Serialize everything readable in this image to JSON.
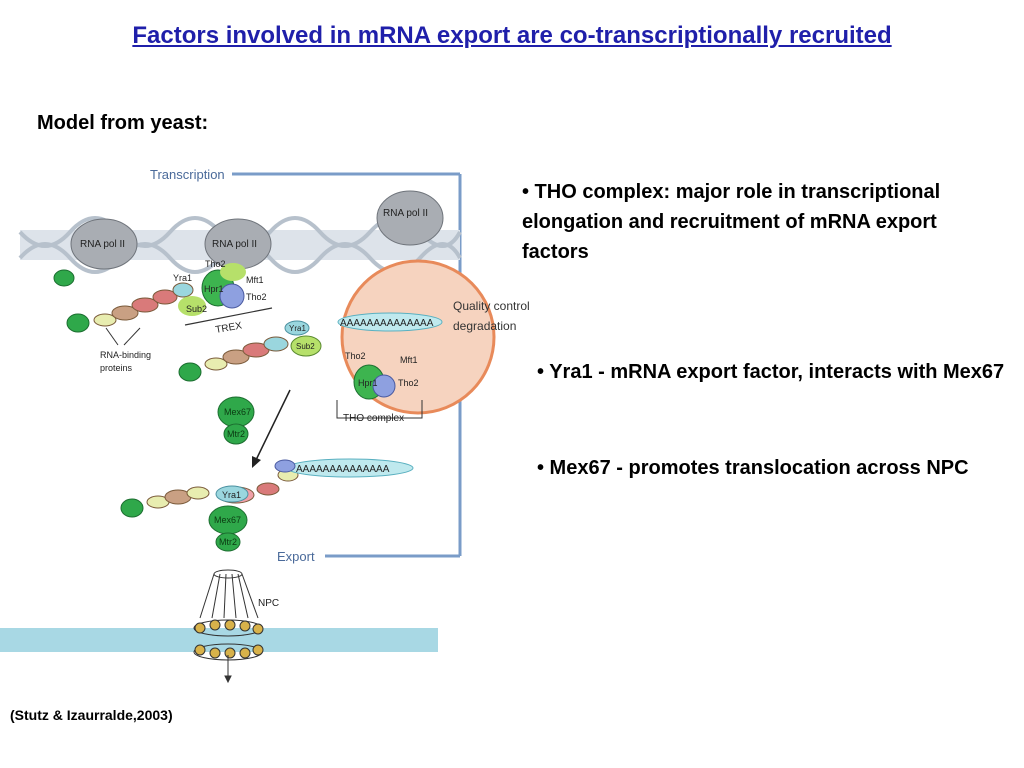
{
  "title": "Factors involved in mRNA export are co-transcriptionally recruited",
  "subtitle": "Model from yeast:",
  "bullets": [
    "•  THO complex: major role in transcriptional elongation and recruitment of mRNA export factors",
    "•  Yra1 - mRNA export factor, interacts with Mex67",
    "•  Mex67 - promotes translocation across NPC"
  ],
  "citation": "(Stutz & Izaurralde,2003)",
  "diagram": {
    "transcription": "Transcription",
    "rna_pol": "RNA pol II",
    "tho2": "Tho2",
    "yra1": "Yra1",
    "hpr1": "Hpr1",
    "mft1": "Mft1",
    "sub2": "Sub2",
    "trex": "TREX",
    "polya": "AAAAAAAAAAAAAA",
    "qc_line1": "Quality control",
    "qc_line2": "degradation",
    "rbp_line1": "RNA-binding",
    "rbp_line2": "proteins",
    "tho_complex": "THO complex",
    "mex67": "Mex67",
    "mtr2": "Mtr2",
    "export": "Export",
    "npc": "NPC"
  }
}
